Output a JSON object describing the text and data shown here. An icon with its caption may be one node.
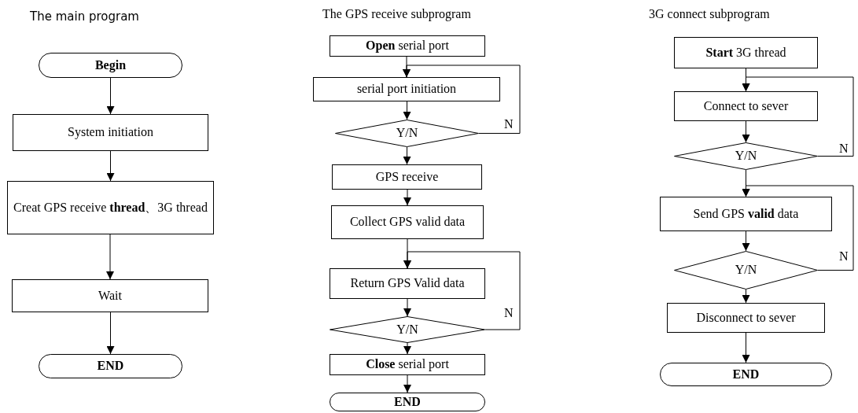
{
  "diagram": {
    "nodes": [
      {
        "text": [
          "Begin"
        ]
      },
      {
        "text": [
          "System initiation"
        ]
      },
      {
        "text": [
          "Creat GPS receive **thread**、3G thread"
        ]
      },
      {
        "text": [
          "Wait"
        ]
      },
      {
        "text": [
          "END"
        ]
      },
      {
        "text": [
          "**Open** serial port"
        ]
      },
      {
        "text": [
          "serial port initiation"
        ]
      },
      {
        "text": [
          "Y/N"
        ]
      },
      {
        "text": [
          "GPS receive"
        ]
      },
      {
        "text": [
          "Collect GPS valid data"
        ]
      },
      {
        "text": [
          "Return GPS Valid data"
        ]
      },
      {
        "text": [
          "Y/N"
        ]
      },
      {
        "text": [
          "**Close** serial port"
        ]
      },
      {
        "text": [
          "END"
        ]
      },
      {
        "text": [
          "**Start** 3G thread"
        ]
      },
      {
        "text": [
          "Connect to sever"
        ]
      },
      {
        "text": [
          "Y/N"
        ]
      },
      {
        "text": [
          "Send GPS **valid** data"
        ]
      },
      {
        "text": [
          "Y/N"
        ]
      },
      {
        "text": [
          "Disconnect to sever"
        ]
      },
      {
        "text": [
          "END"
        ]
      }
    ],
    "edges": [
      {
        "from": 0,
        "to": 1,
        "arrow": "to"
      },
      {
        "from": 1,
        "to": 2,
        "arrow": "to"
      },
      {
        "from": 2,
        "to": 3,
        "arrow": "to"
      },
      {
        "from": 3,
        "to": 4,
        "arrow": "to"
      },
      {
        "from": 5,
        "to": 6,
        "arrow": "to"
      },
      {
        "from": 6,
        "to": 7,
        "arrow": "to"
      },
      {
        "from": 7,
        "to": 6,
        "arrow": "to",
        "label": "N"
      },
      {
        "from": 7,
        "to": 8,
        "arrow": "to"
      },
      {
        "from": 8,
        "to": 9,
        "arrow": "to"
      },
      {
        "from": 9,
        "to": 10,
        "arrow": "to"
      },
      {
        "from": 10,
        "to": 11,
        "arrow": "to"
      },
      {
        "from": 11,
        "to": 10,
        "arrow": "to",
        "label": "N"
      },
      {
        "from": 11,
        "to": 12,
        "arrow": "to"
      },
      {
        "from": 12,
        "to": 13,
        "arrow": "to"
      },
      {
        "from": 14,
        "to": 15,
        "arrow": "to"
      },
      {
        "from": 15,
        "to": 16,
        "arrow": "to"
      },
      {
        "from": 16,
        "to": 15,
        "arrow": "to",
        "label": "N"
      },
      {
        "from": 16,
        "to": 17,
        "arrow": "to"
      },
      {
        "from": 17,
        "to": 18,
        "arrow": "to"
      },
      {
        "from": 18,
        "to": 17,
        "arrow": "to",
        "label": "N"
      },
      {
        "from": 18,
        "to": 19,
        "arrow": "to"
      },
      {
        "from": 19,
        "to": 20,
        "arrow": "to"
      }
    ],
    "labels": [
      "The main program",
      "The GPS receive subprogram",
      "3G connect subprogram"
    ]
  }
}
